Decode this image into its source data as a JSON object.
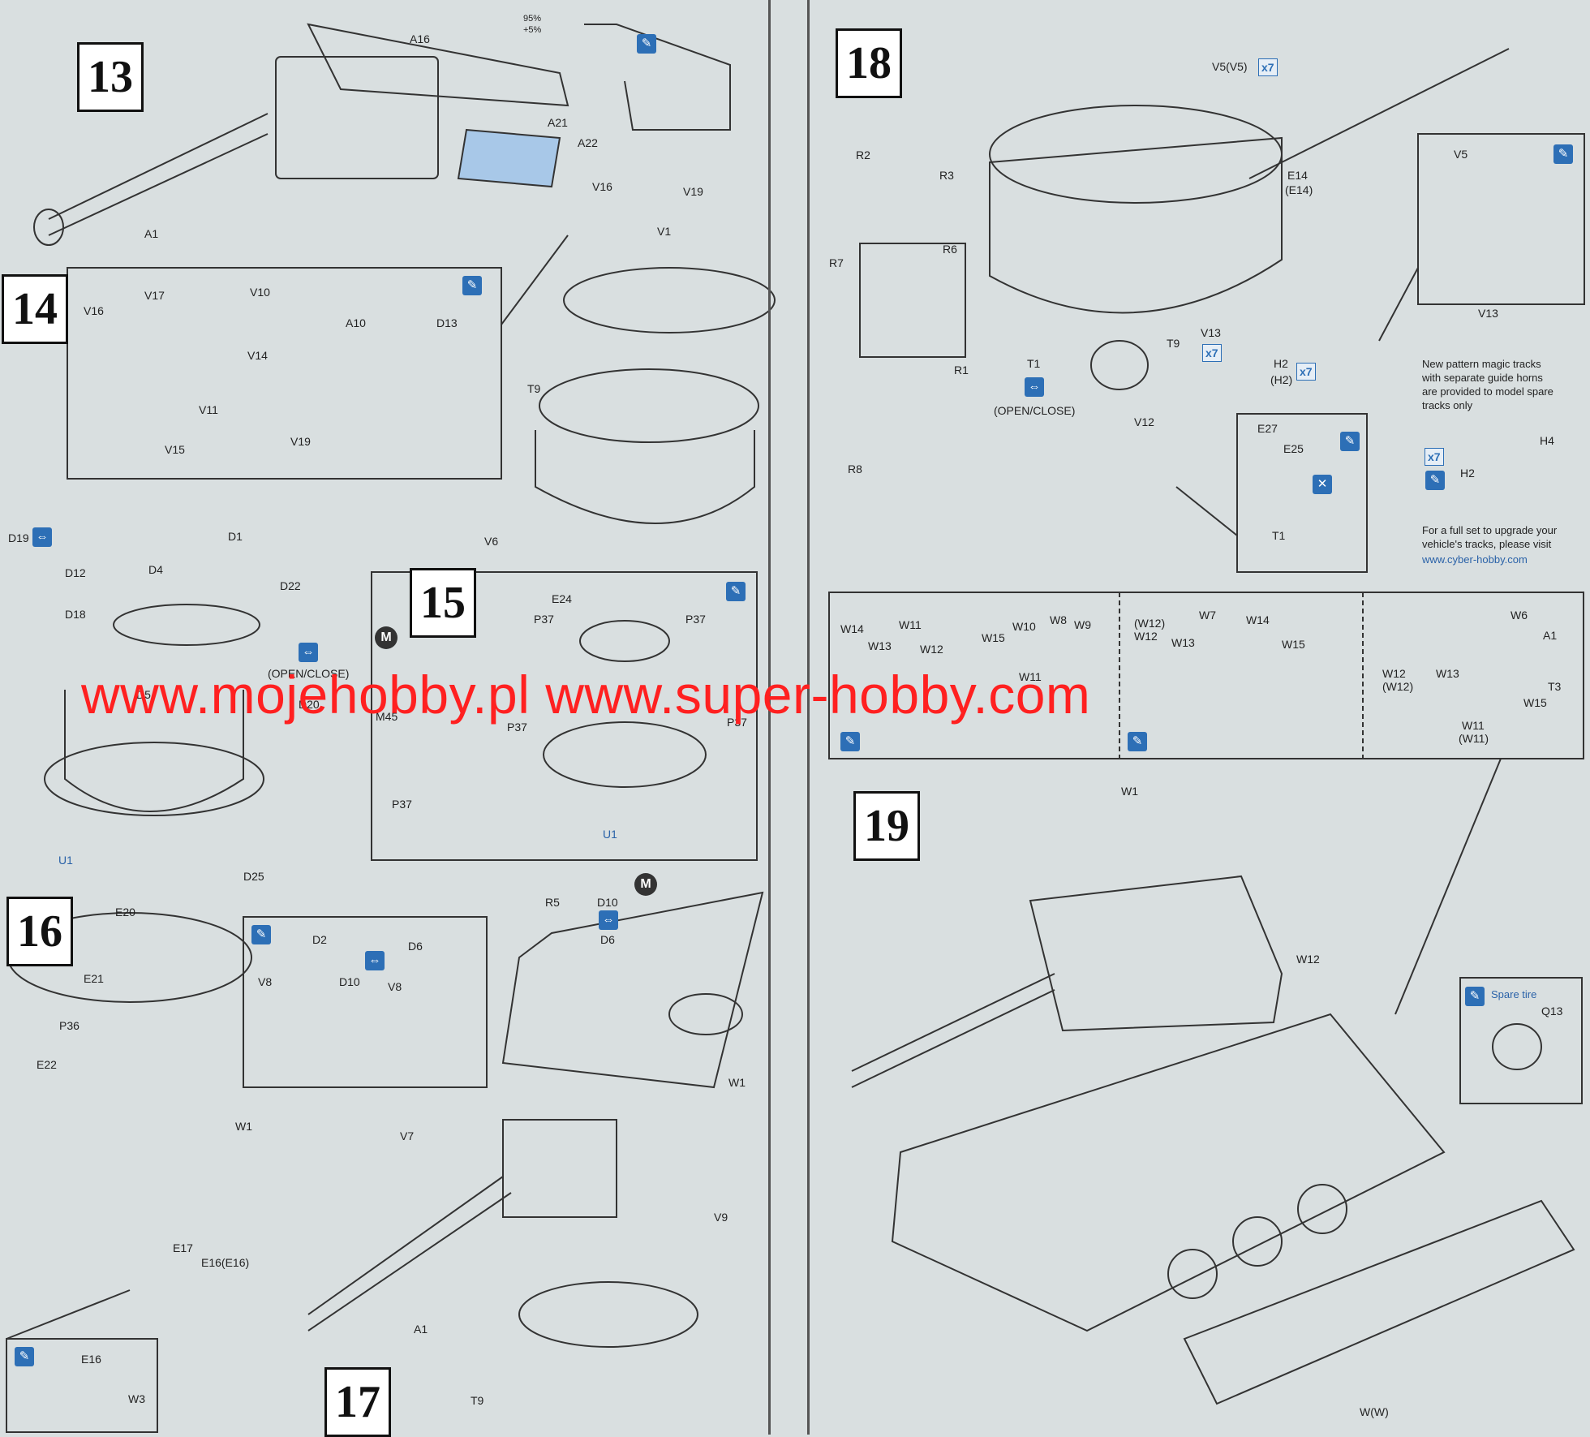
{
  "steps": [
    "13",
    "14",
    "15",
    "16",
    "17",
    "18",
    "19"
  ],
  "parts": {
    "s13": [
      "A16",
      "A21",
      "A22",
      "A1"
    ],
    "s13_pct": [
      "95%",
      "+5%"
    ],
    "s14": [
      "V16",
      "V17",
      "V10",
      "V14",
      "A10",
      "D13",
      "V11",
      "V15",
      "V19",
      "V16",
      "V19",
      "V1",
      "T9",
      "V6"
    ],
    "s15": [
      "D19",
      "D12",
      "D18",
      "D4",
      "D1",
      "D22",
      "D5",
      "D20",
      "U1",
      "D25",
      "E24",
      "P37",
      "P37",
      "M45",
      "P37",
      "P37",
      "P37",
      "U1"
    ],
    "s15_openclose": "(OPEN/CLOSE)",
    "s16": [
      "E20",
      "E21",
      "P36",
      "E22",
      "W1",
      "E17",
      "E16(E16)",
      "E16",
      "W3"
    ],
    "s17": [
      "R5",
      "D10",
      "D6",
      "D2",
      "D10",
      "V8",
      "D6",
      "V8",
      "W1",
      "V7",
      "V9",
      "A1",
      "T9"
    ],
    "s18": [
      "V5(V5)",
      "R2",
      "R3",
      "R6",
      "R7",
      "E14",
      "(E14)",
      "R1",
      "R8",
      "T1",
      "T9",
      "V13",
      "H2",
      "(H2)",
      "V12",
      "V5",
      "V13",
      "E27",
      "E25",
      "T1",
      "H4",
      "H2"
    ],
    "s18_openclose": "(OPEN/CLOSE)",
    "s18_strip": [
      "W14",
      "W11",
      "W13",
      "W12",
      "W15",
      "W10",
      "W8",
      "W9",
      "W11",
      "(W12)",
      "W12",
      "W7",
      "W13",
      "W14",
      "W15",
      "W6",
      "A1",
      "W12",
      "(W12)",
      "W13",
      "W11",
      "(W11)",
      "T3",
      "W15"
    ],
    "s19": [
      "W1",
      "W12",
      "W(W)",
      "Q13"
    ]
  },
  "notes": {
    "magic_tracks": [
      "New pattern magic tracks",
      "with separate guide horns",
      "are provided to model spare",
      "tracks only"
    ],
    "upgrade": [
      "For a full set to upgrade your",
      "vehicle's tracks, please visit"
    ],
    "url": "www.cyber-hobby.com",
    "spare_tire": "Spare tire"
  },
  "badges": {
    "multiplier": "x7",
    "m": "M"
  },
  "watermark": "www.mojehobby.pl www.super-hobby.com",
  "colors": {
    "background": "#d9dfe0",
    "accent": "#2d6fb6",
    "watermark": "#ff2020",
    "line": "#333333"
  }
}
